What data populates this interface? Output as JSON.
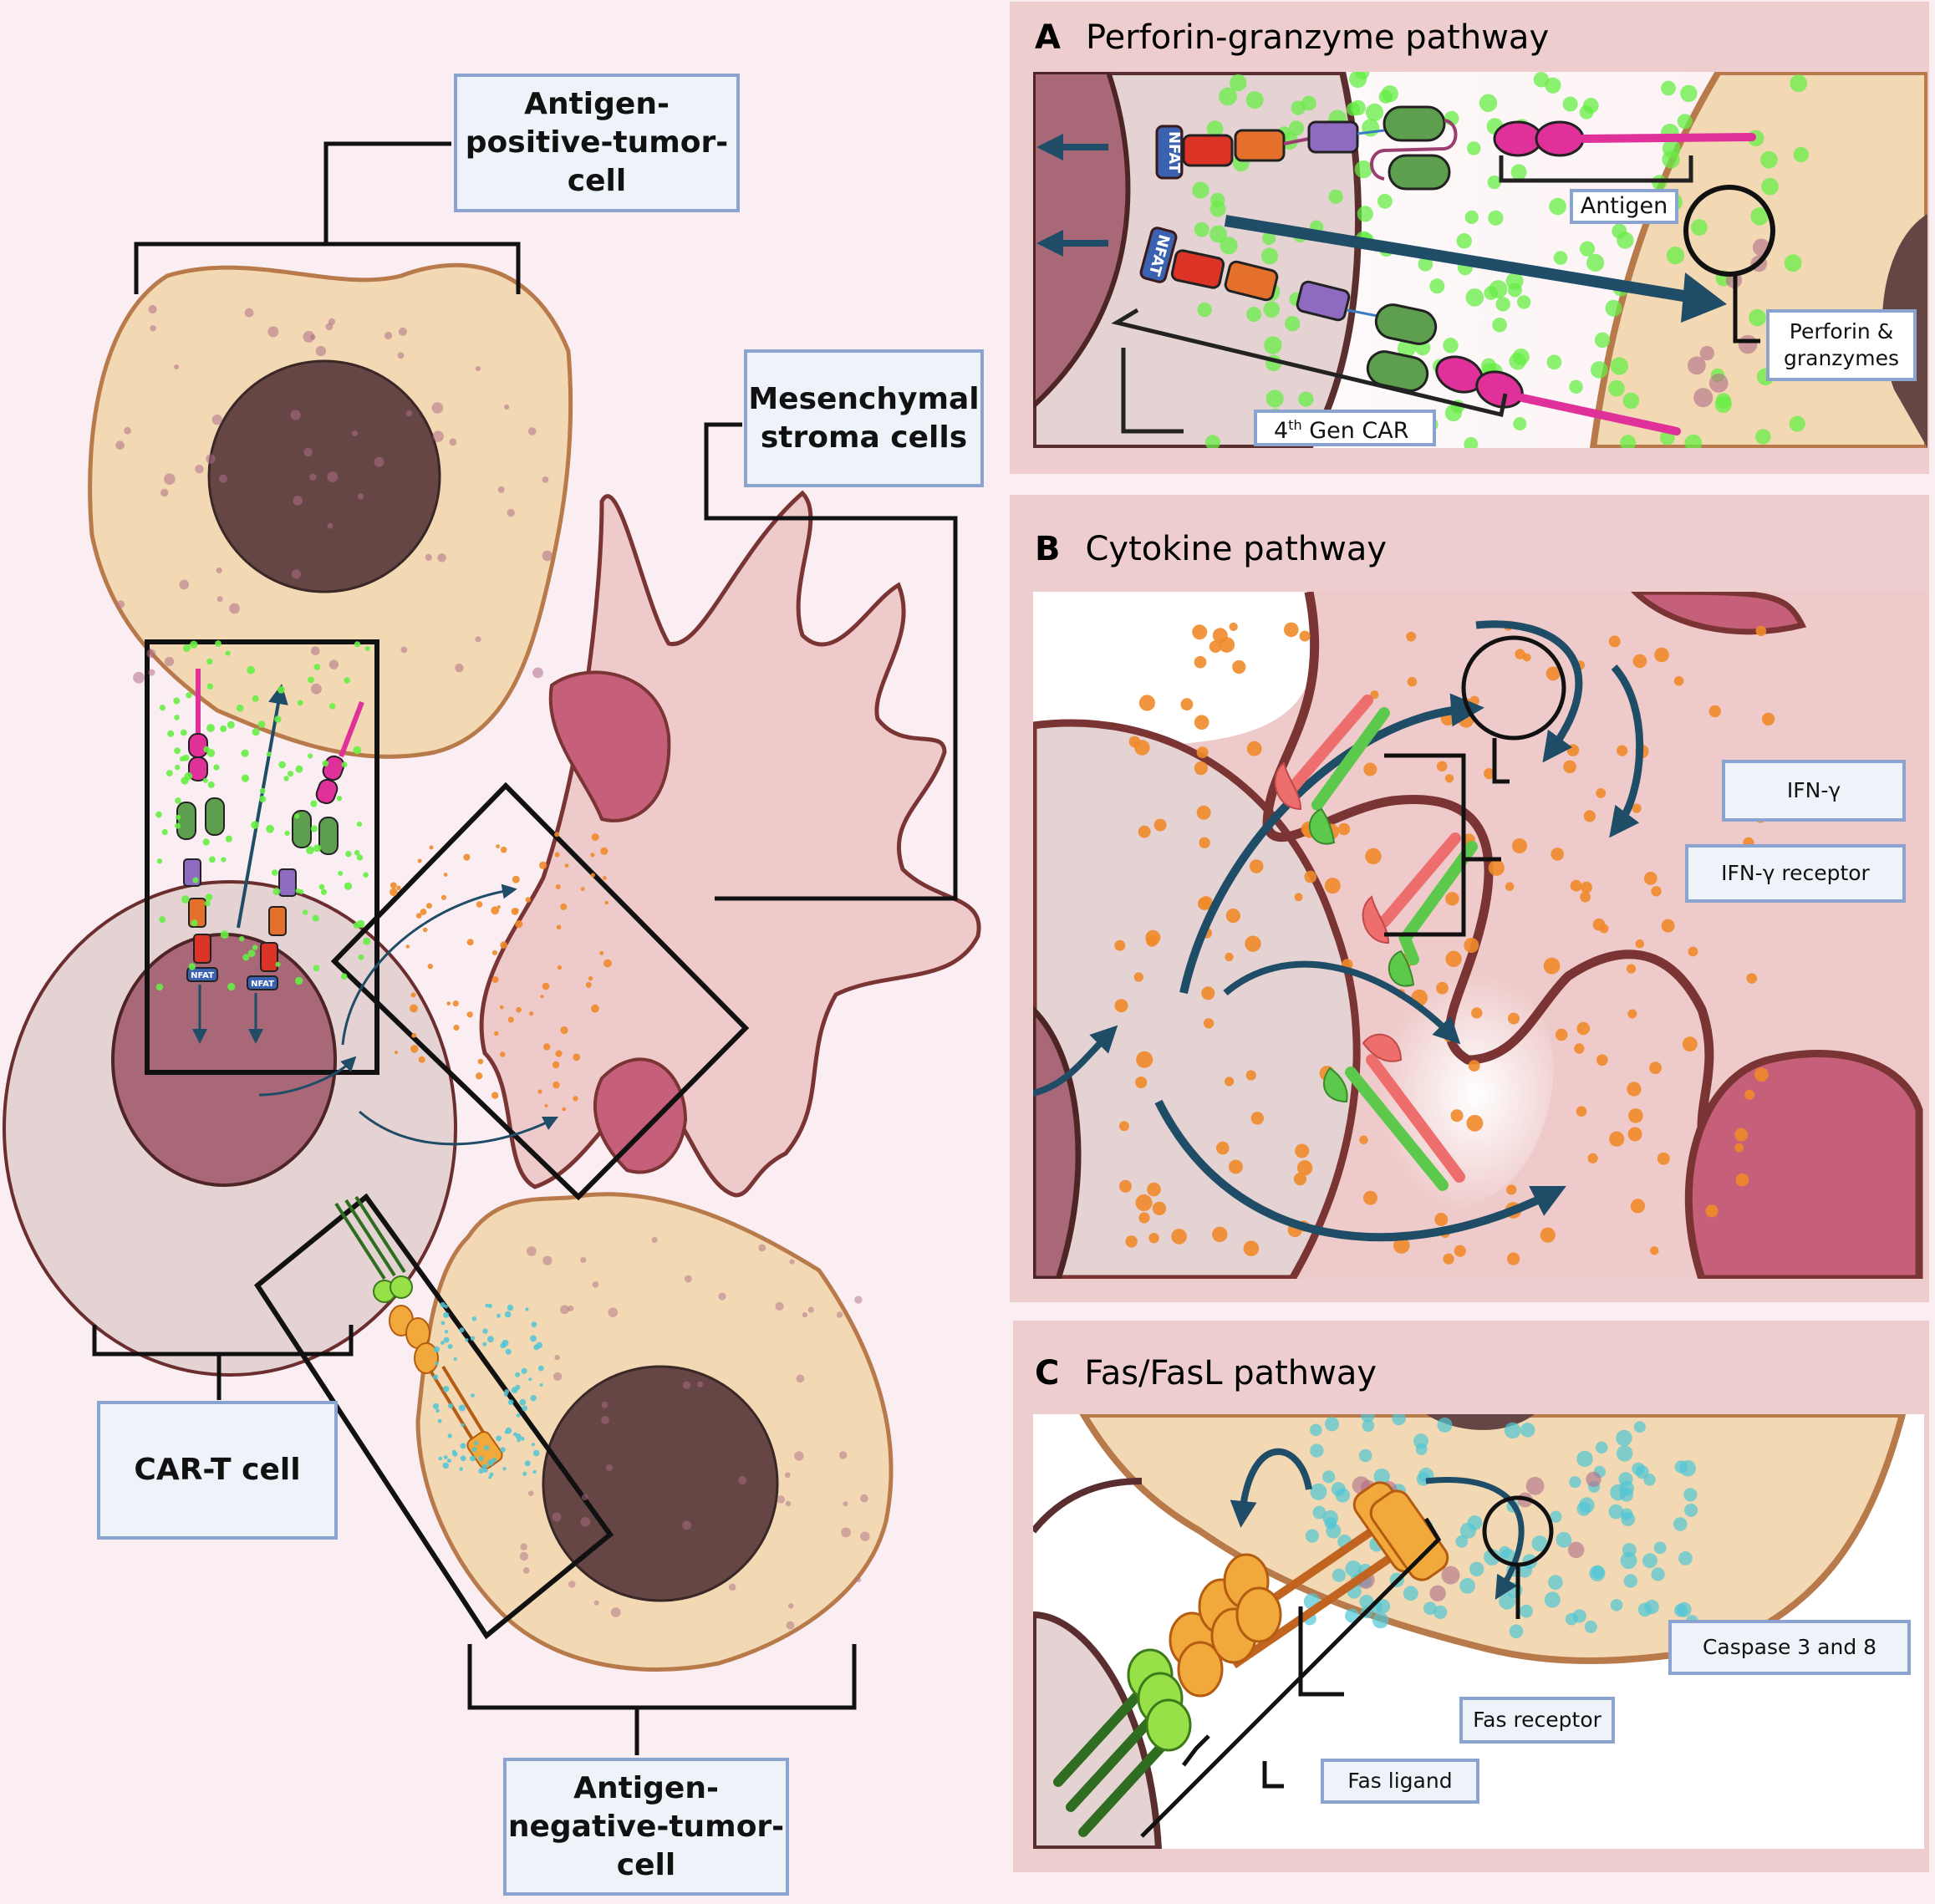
{
  "overview": {
    "labels": {
      "antigen_positive": "Antigen-\npositive-tumor-\ncell",
      "mesenchymal": "Mesenchymal\nstroma cells",
      "car_t": "CAR-T  cell",
      "antigen_negative": "Antigen-\nnegative-tumor-\ncell"
    },
    "nfat_tag": "NFAT"
  },
  "panels": [
    {
      "letter": "A",
      "title": "Perforin-granzyme pathway",
      "labels": {
        "antigen": "Antigen",
        "perforin": "Perforin &\ngranzymes",
        "car_prefix": "4",
        "car_sup": "th",
        "car_suffix": " Gen CAR"
      },
      "nfat_tag": "NFAT"
    },
    {
      "letter": "B",
      "title": "Cytokine pathway",
      "labels": {
        "ifn": "IFN-γ",
        "ifn_receptor": "IFN-γ  receptor"
      }
    },
    {
      "letter": "C",
      "title": "Fas/FasL pathway",
      "labels": {
        "caspase": "Caspase 3 and 8",
        "fas_receptor": "Fas  receptor",
        "fas_ligand": "Fas ligand"
      }
    }
  ],
  "colors": {
    "background": "#fbeef3",
    "panel_bg": "#edcdcd",
    "tumor_cytoplasm": "#f2d9b3",
    "tumor_membrane": "#b87a4b",
    "tumor_nucleus": "#654645",
    "tcell_cytoplasm": "#e5d2d2",
    "tcell_nucleus": "#a86878",
    "stroma": "#efcaca",
    "stroma_nucleus": "#c6607a",
    "perforin_dots": "#66ee44",
    "ifn_dots": "#f08a2a",
    "caspase_dots": "#4ec6d6",
    "arrow": "#1f4c66",
    "label_border": "#8aa3cf"
  }
}
